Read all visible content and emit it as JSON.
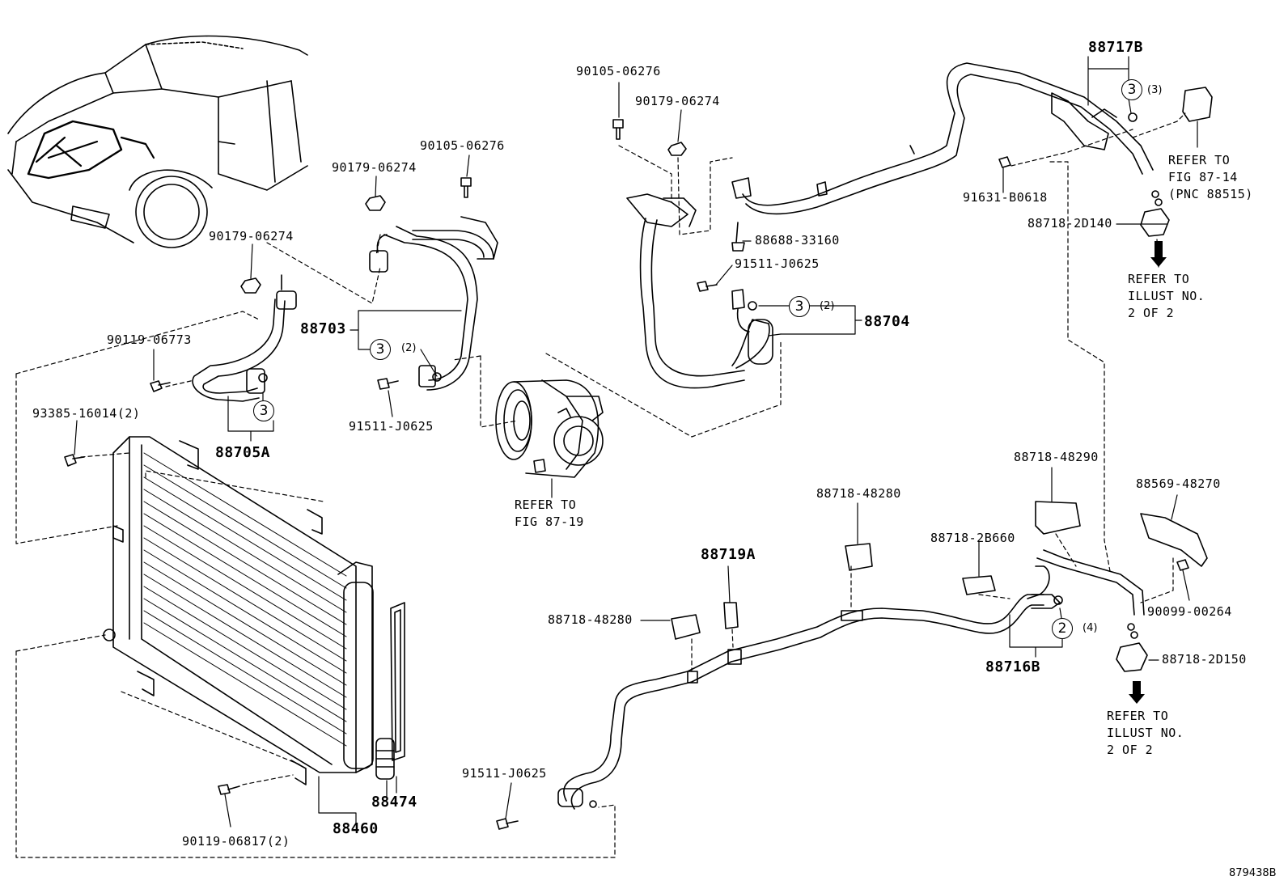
{
  "part_labels": {
    "p1": "90105-06276",
    "p2": "90179-06274",
    "p3": "90105-06276",
    "p4": "90179-06274",
    "p5": "90179-06274",
    "p6": "90119-06773",
    "p7": "93385-16014(2)",
    "p8": "91511-J0625",
    "p9": "88688-33160",
    "p10": "91511-J0625",
    "p11": "91631-B0618",
    "p12": "88718-2D140",
    "p13": "88718-48290",
    "p14": "88569-48270",
    "p15": "88718-48280",
    "p16": "88718-2B660",
    "p17": "88718-48280",
    "p18": "90099-00264",
    "p19": "88718-2D150",
    "p20": "91511-J0625",
    "p21": "90119-06817(2)"
  },
  "assembly_labels": {
    "a1": "88717B",
    "a2": "88703",
    "a3": "88704",
    "a4": "88705A",
    "a5": "88719A",
    "a6": "88716B",
    "a7": "88474",
    "a8": "88460"
  },
  "badges": {
    "b1": "3",
    "b1q": "(3)",
    "b2": "3",
    "b2q": "(2)",
    "b3": "3",
    "b3q": "(2)",
    "b4": "3",
    "b5": "2",
    "b5q": "(4)"
  },
  "notes": {
    "compressor": [
      "REFER TO",
      "FIG 87-19"
    ],
    "expansion": [
      "REFER TO",
      "FIG 87-14",
      "(PNC 88515)"
    ],
    "illust1": [
      "REFER TO",
      "ILLUST NO.",
      "2 OF 2"
    ],
    "illust2": [
      "REFER TO",
      "ILLUST NO.",
      "2 OF 2"
    ]
  },
  "illustration_id": "879438B"
}
